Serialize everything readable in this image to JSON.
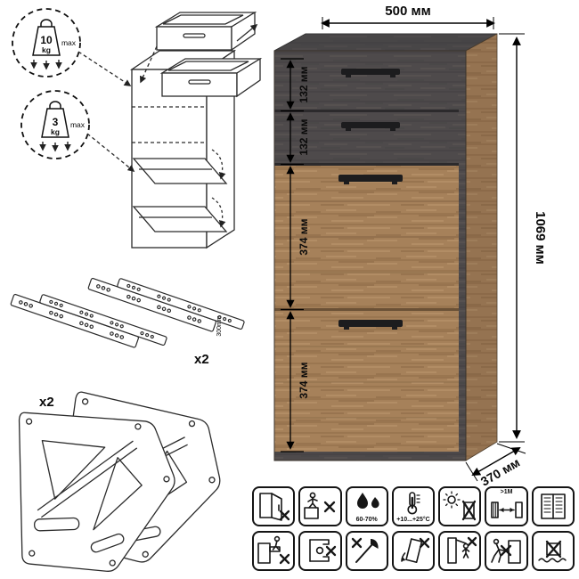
{
  "dimensions": {
    "width_label": "500 мм",
    "height_label": "1069 мм",
    "depth_label": "370 мм",
    "sections": [
      "132 мм",
      "132 мм",
      "374 мм",
      "374 мм"
    ]
  },
  "weight_limits": [
    {
      "value": "10",
      "unit": "kg",
      "suffix": "max"
    },
    {
      "value": "3",
      "unit": "kg",
      "suffix": "max"
    }
  ],
  "parts": {
    "rails_qty": "x2",
    "rails_length": "300mm",
    "frames_qty": "x2"
  },
  "care_icons": {
    "row1": [
      {
        "name": "tip-over-warning",
        "label": ""
      },
      {
        "name": "no-climbing",
        "label": ""
      },
      {
        "name": "humidity-range",
        "label": "60-70%"
      },
      {
        "name": "temperature-range",
        "label": "+10...+25°C"
      },
      {
        "name": "no-direct-sunlight",
        "label": ""
      },
      {
        "name": "heat-source-distance",
        "label": ">1M"
      },
      {
        "name": "ventilation",
        "label": ""
      }
    ],
    "row2": [
      {
        "name": "no-sitting-on-drawers",
        "label": ""
      },
      {
        "name": "no-clamping-pressure",
        "label": ""
      },
      {
        "name": "no-sharp-tools",
        "label": ""
      },
      {
        "name": "no-tilting",
        "label": ""
      },
      {
        "name": "no-hanging-on-doors",
        "label": ""
      },
      {
        "name": "no-dragging",
        "label": ""
      },
      {
        "name": "no-outdoor-moisture",
        "label": ""
      }
    ]
  },
  "colors": {
    "dark_wood": "#4e4a4b",
    "light_wood": "#a6815a",
    "line_art": "#2b2b2b",
    "dimension": "#000000"
  }
}
